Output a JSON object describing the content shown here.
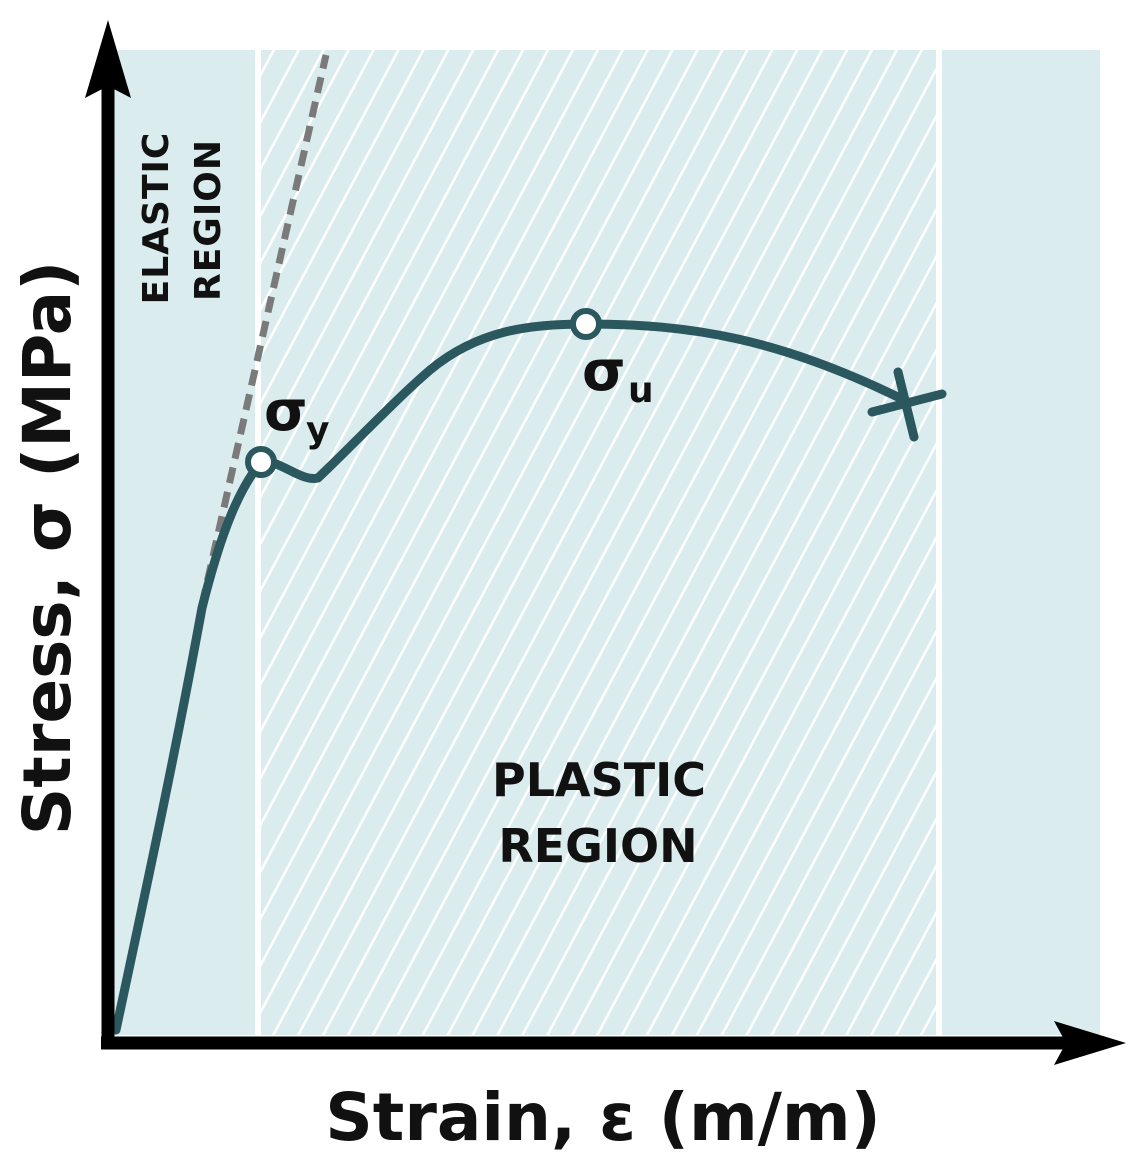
{
  "axes": {
    "x_label": "Strain, ε (m/m)",
    "y_label": "Stress, σ (MPa)"
  },
  "regions": {
    "elastic": {
      "line1": "ELASTIC",
      "line2": "REGION"
    },
    "plastic": {
      "line1": "PLASTIC",
      "line2": "REGION"
    }
  },
  "points": {
    "yield": {
      "symbol": "σ",
      "subscript": "y"
    },
    "ultimate": {
      "symbol": "σ",
      "subscript": "u"
    },
    "fracture": {
      "marker": "cross"
    }
  },
  "colors": {
    "region_fill": "#dbecef",
    "hatch": "#ffffff",
    "curve": "#2b575e",
    "elastic_line": "#7a7a7a",
    "axis": "#000000",
    "text": "#111111"
  }
}
